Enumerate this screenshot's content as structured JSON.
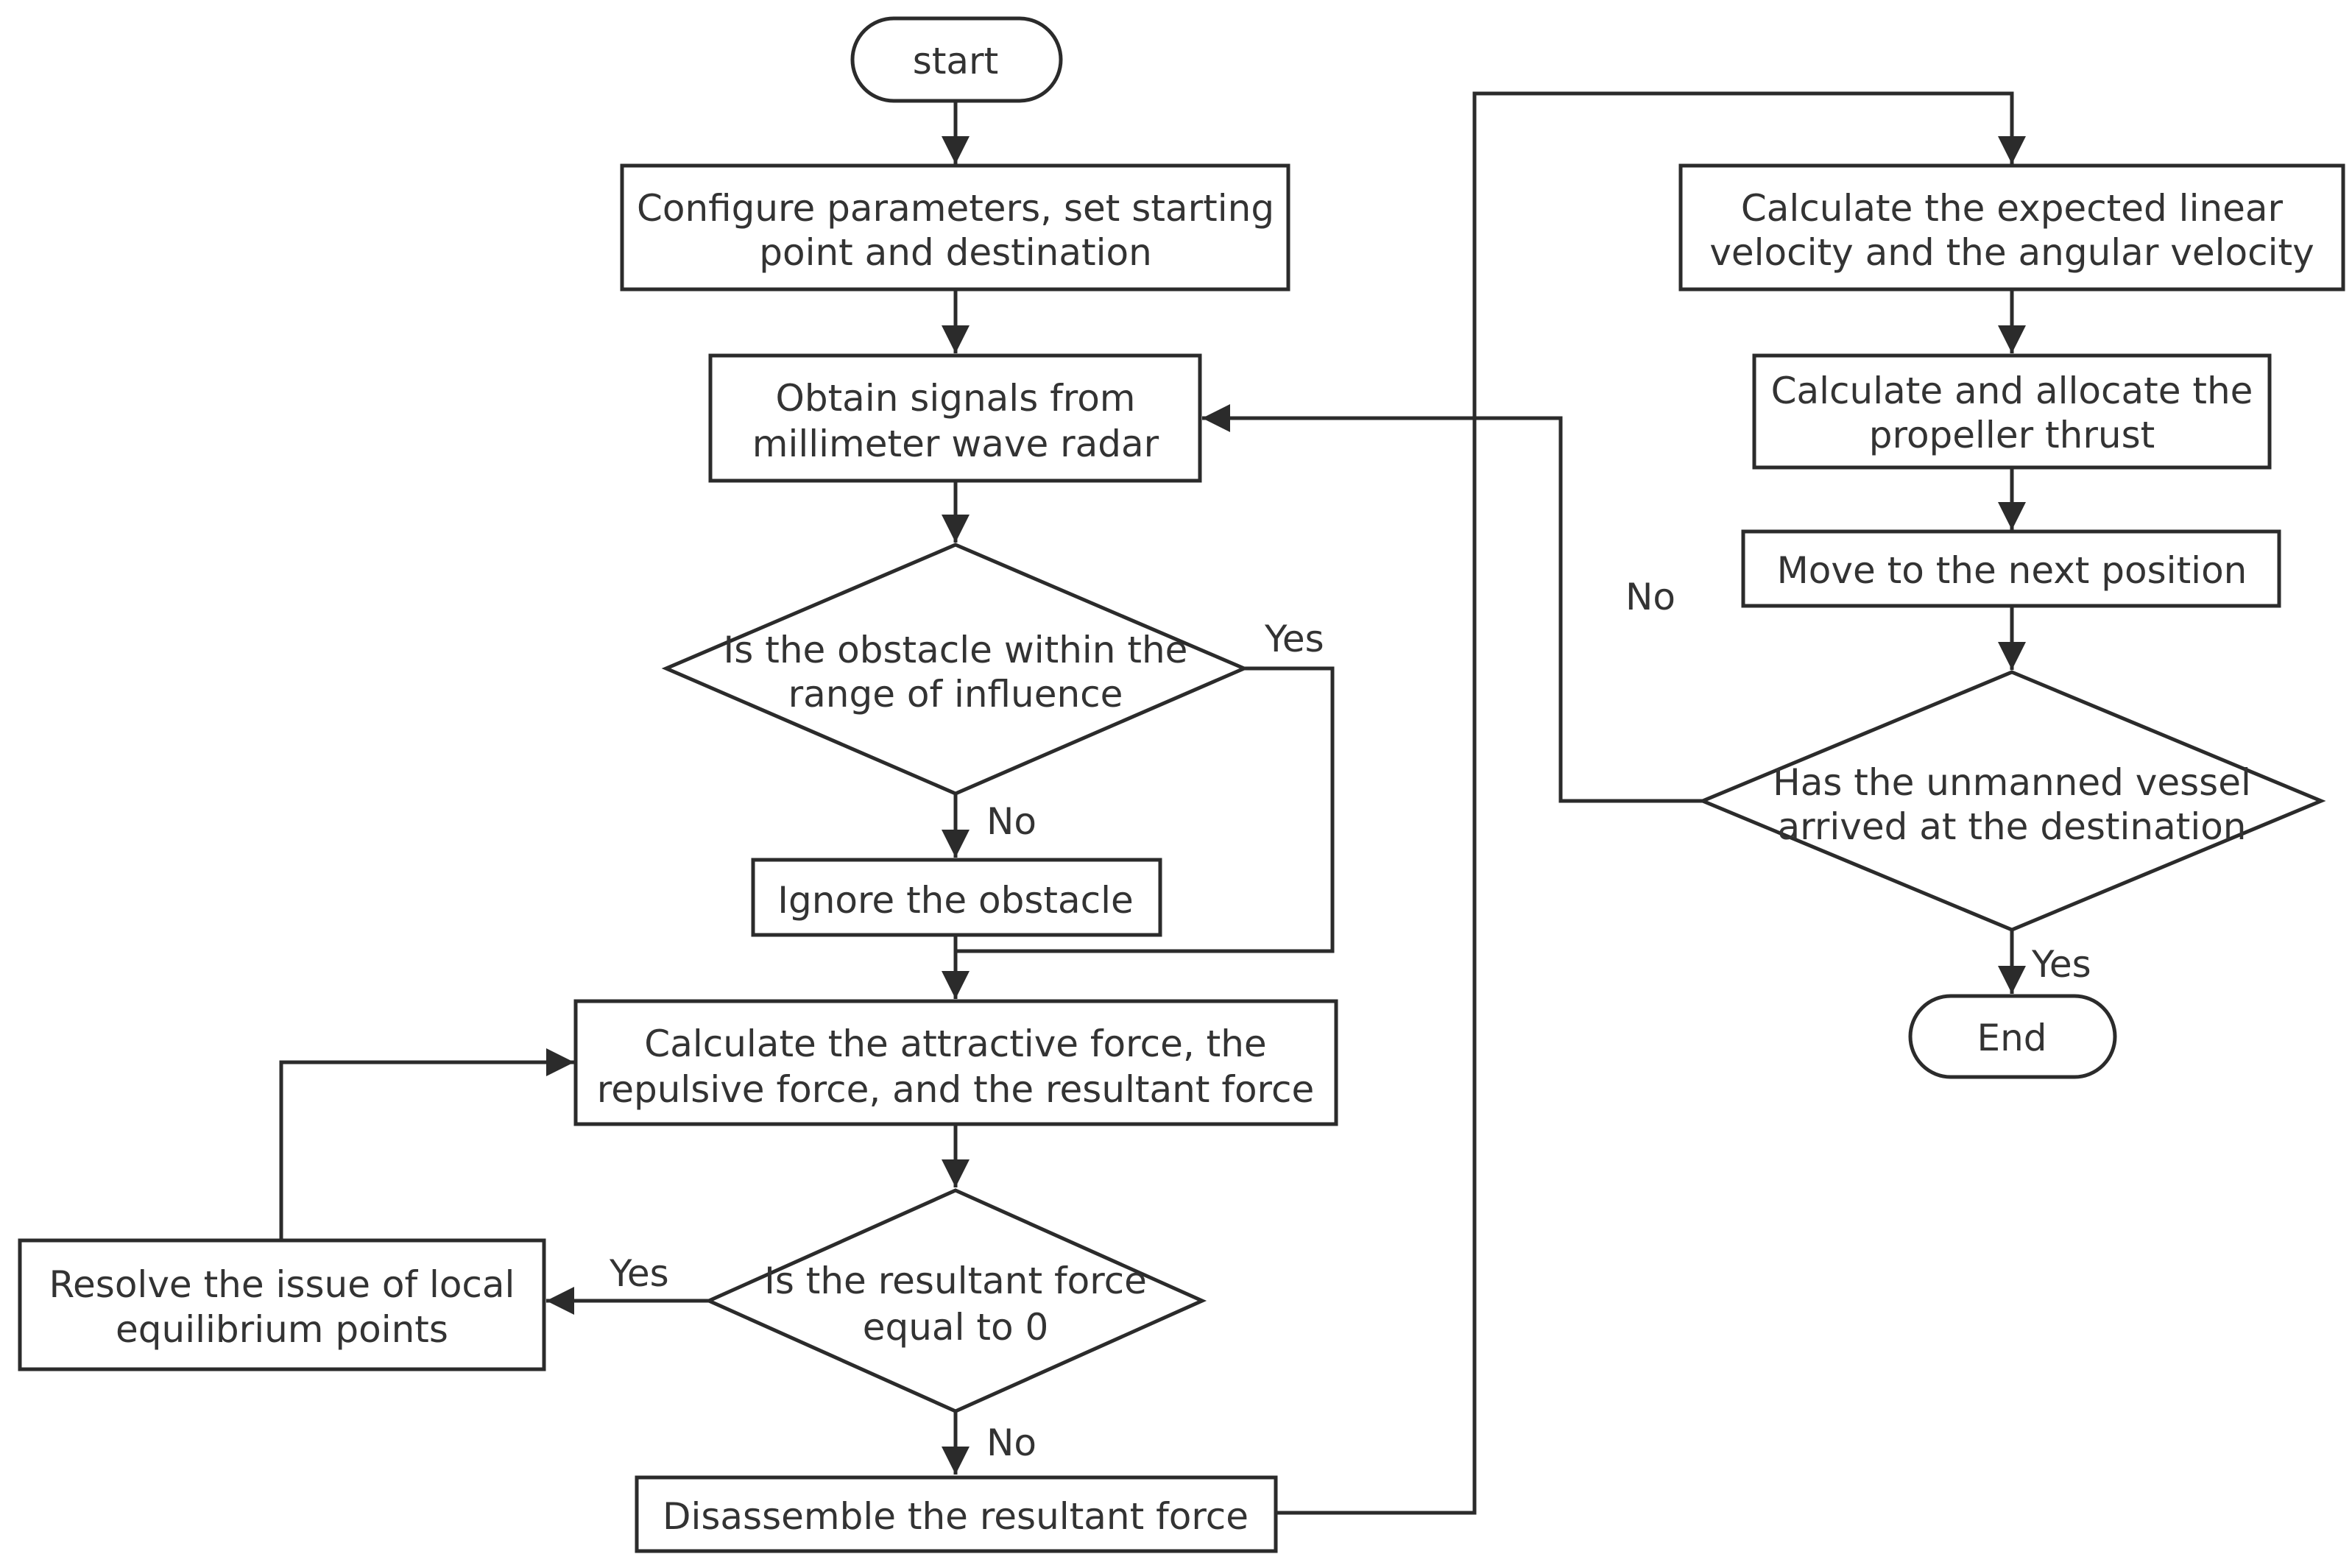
{
  "flowchart": {
    "start": "start",
    "configure": [
      "Configure parameters, set starting",
      "point and destination"
    ],
    "obtain_signals": [
      "Obtain signals from",
      "millimeter wave radar"
    ],
    "check_obstacle": [
      "Is the obstacle within the",
      "range of influence"
    ],
    "ignore_obstacle": "Ignore the obstacle",
    "calc_forces": [
      "Calculate the attractive force, the",
      "repulsive force, and the resultant force"
    ],
    "check_resultant": [
      "Is the resultant force",
      "equal to 0"
    ],
    "resolve_equilibrium": [
      "Resolve the issue of local",
      "equilibrium points"
    ],
    "disassemble": "Disassemble the resultant force",
    "calc_velocity": [
      "Calculate the expected linear",
      "velocity and the angular velocity"
    ],
    "calc_thrust": [
      "Calculate and allocate the",
      "propeller thrust"
    ],
    "move_next": "Move to the next position",
    "check_arrived": [
      "Has the unmanned vessel",
      "arrived at the destination"
    ],
    "end": "End"
  },
  "edge_labels": {
    "obstacle_yes": "Yes",
    "obstacle_no": "No",
    "resultant_yes": "Yes",
    "resultant_no": "No",
    "arrived_no": "No",
    "arrived_yes": "Yes"
  },
  "colors": {
    "stroke": "#2b2b2b",
    "text": "#333333",
    "fill": "#ffffff"
  }
}
